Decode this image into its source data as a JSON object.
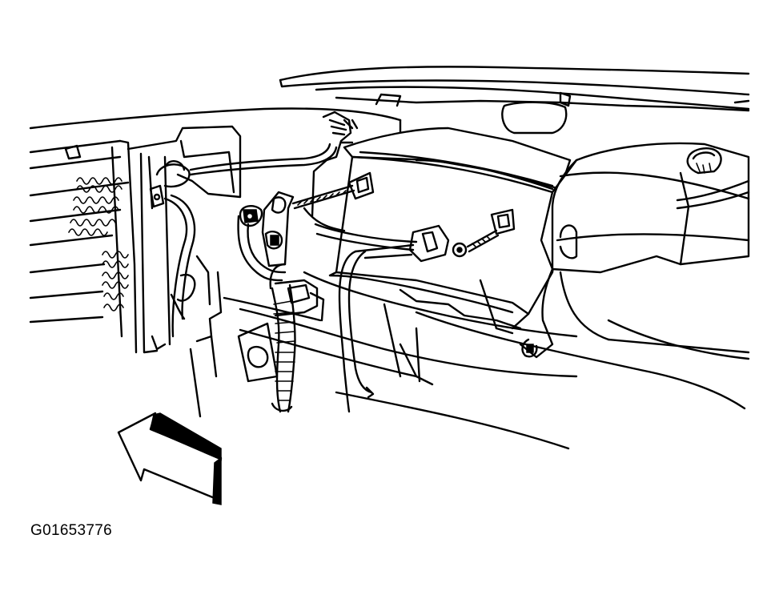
{
  "figure": {
    "id_label": "G01653776"
  },
  "diagram": {
    "style": "black line-art illustration on white",
    "components": [
      "radiator-core",
      "battery",
      "battery-tray",
      "positive-cable-terminal",
      "negative-cable-clamp",
      "hold-down-bolt",
      "wiring-harness",
      "coolant-reservoir",
      "windshield-cowl",
      "fender-apron"
    ],
    "direction_arrow": "front-of-vehicle-arrow"
  },
  "colors": {
    "line": "#000000",
    "background": "#ffffff"
  }
}
